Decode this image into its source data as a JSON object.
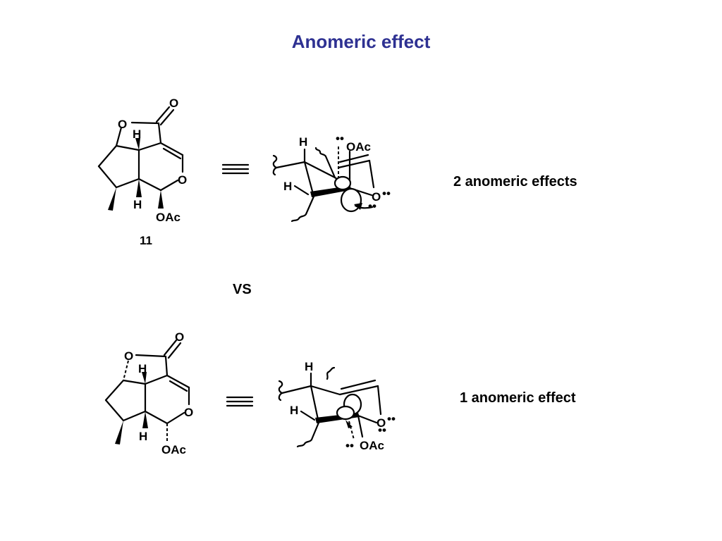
{
  "slide": {
    "title": "Anomeric effect",
    "vs_label": "VS",
    "top": {
      "compound_number": "11",
      "caption": "2 anomeric effects",
      "atoms": {
        "carbonyl_o": "O",
        "lactone_o": "O",
        "ring_o": "O",
        "h_upper": "H",
        "h_lower": "H",
        "oac": "OAc"
      },
      "conformer_atoms": {
        "h_top": "H",
        "h_left": "H",
        "oac": "OAc",
        "ring_o": "O"
      }
    },
    "bottom": {
      "caption": "1 anomeric effect",
      "atoms": {
        "carbonyl_o": "O",
        "lactone_o": "O",
        "ring_o": "O",
        "h_upper": "H",
        "h_lower": "H",
        "oac": "OAc"
      },
      "conformer_atoms": {
        "h_top": "H",
        "h_left": "H",
        "oac": "OAc",
        "ring_o": "O"
      }
    }
  }
}
